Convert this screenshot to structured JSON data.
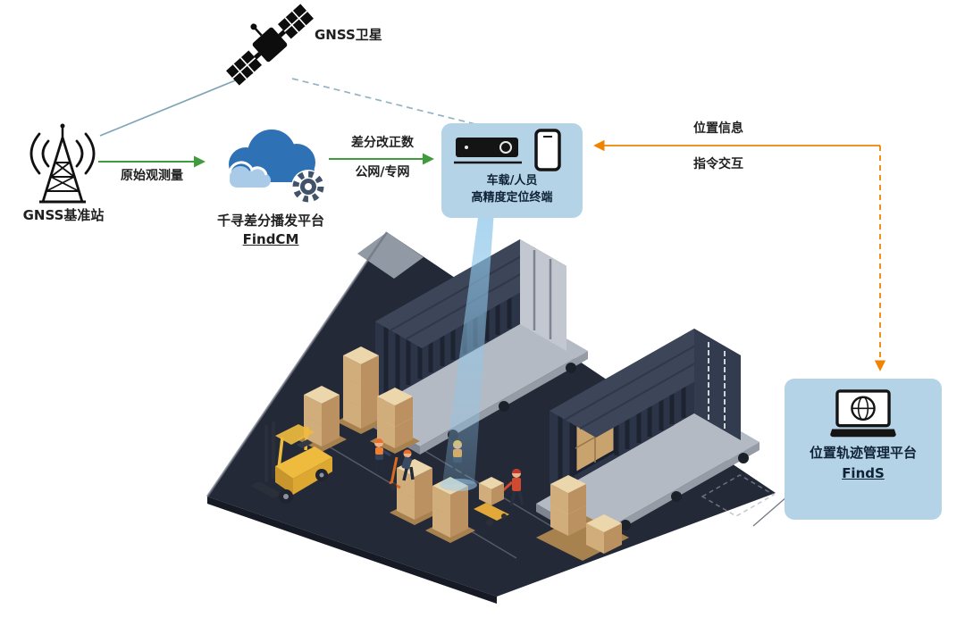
{
  "diagram": {
    "satellite": {
      "label": "GNSS卫星"
    },
    "base_station": {
      "label": "GNSS基准站"
    },
    "cloud": {
      "title": "千寻差分播发平台",
      "product": "FindCM"
    },
    "terminal": {
      "line1": "车载/人员",
      "line2": "高精度定位终端"
    },
    "platform": {
      "title": "位置轨迹管理平台",
      "product": "FindS"
    },
    "edges": {
      "raw_observation": "原始观测量",
      "correction_line1": "差分改正数",
      "correction_line2": "公网/专网",
      "position_info": "位置信息",
      "command_interaction": "指令交互"
    },
    "colors": {
      "arrow_green": "#3f9b3b",
      "flow_orange": "#f08300",
      "node_panel_blue": "#b5d3e6",
      "cloud_blue": "#2e72b5",
      "cloud_light_blue": "#a9cbe8",
      "gear_slate": "#41536a",
      "ground_navy": "#242938",
      "container_navy": "#2c3447",
      "box_tan": "#d2ad7c",
      "beam_blue": "#8ec6ea"
    }
  }
}
